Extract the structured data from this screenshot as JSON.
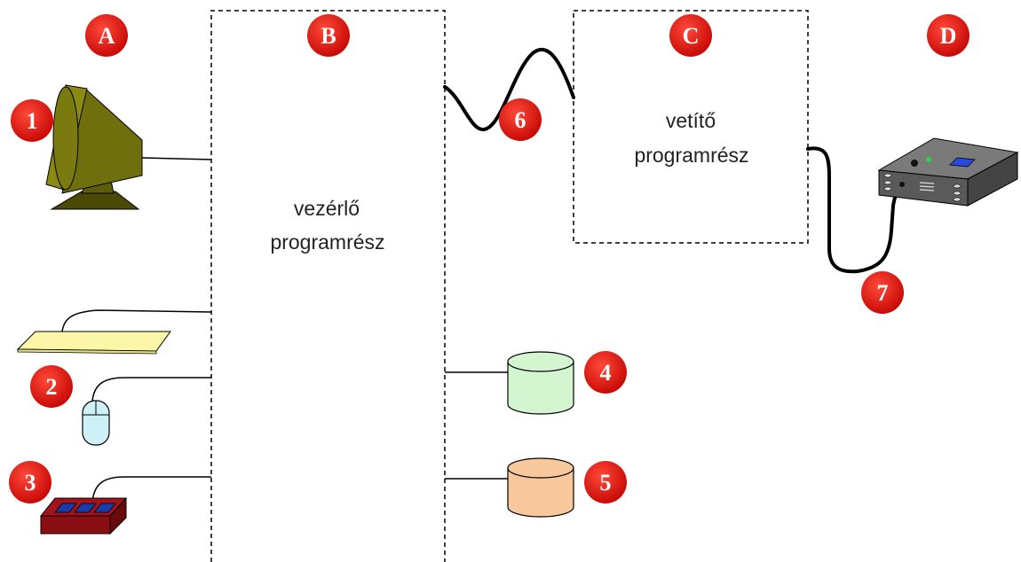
{
  "colors": {
    "badge": "#e8120c",
    "monitor": "#7a7a10",
    "keyboard": "#fbf6a8",
    "mouse": "#cdf1f7",
    "device3": "#8b0f12",
    "disk4": "#d3f5d0",
    "disk5": "#f8c89c",
    "projector": "#5f5f5f"
  },
  "badges": {
    "A": "A",
    "B": "B",
    "C": "C",
    "D": "D",
    "n1": "1",
    "n2": "2",
    "n3": "3",
    "n4": "4",
    "n5": "5",
    "n6": "6",
    "n7": "7"
  },
  "boxes": {
    "controller_line1": "vezérlő",
    "controller_line2": "programrész",
    "projector_line1": "vetítő",
    "projector_line2": "programrész"
  },
  "icons": {
    "monitor": "monitor-icon",
    "keyboard": "keyboard-icon",
    "mouse": "mouse-icon",
    "device": "button-box-icon",
    "disk4": "database-icon",
    "disk5": "database-icon",
    "projector": "projector-icon"
  }
}
